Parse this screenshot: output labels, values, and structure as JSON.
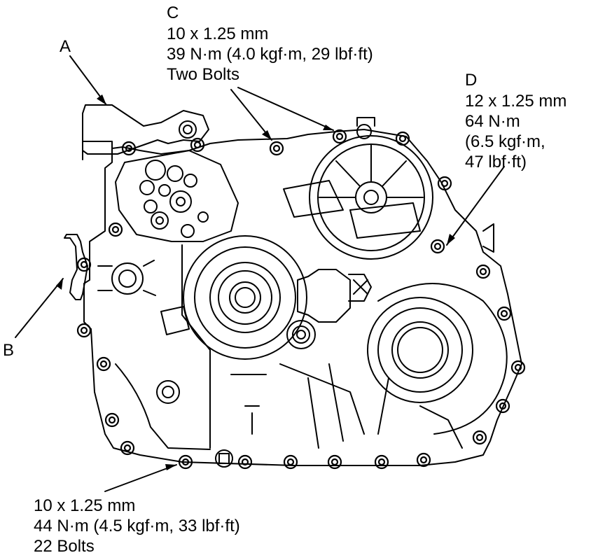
{
  "callouts": {
    "a": {
      "letter": "A"
    },
    "b": {
      "letter": "B"
    },
    "c": {
      "letter": "C",
      "size": "10 x 1.25 mm",
      "torque": "39 N·m (4.0 kgf·m, 29 lbf·ft)",
      "count": "Two Bolts"
    },
    "d": {
      "letter": "D",
      "size": "12 x 1.25 mm",
      "torque_1": "64 N·m",
      "torque_2": "(6.5 kgf·m,",
      "torque_3": "47 lbf·ft)"
    },
    "bottom": {
      "size": "10 x 1.25 mm",
      "torque": "44 N·m (4.5 kgf·m, 33 lbf·ft)",
      "count": "22 Bolts"
    }
  },
  "colors": {
    "ink": "#000000",
    "paper": "#ffffff"
  }
}
